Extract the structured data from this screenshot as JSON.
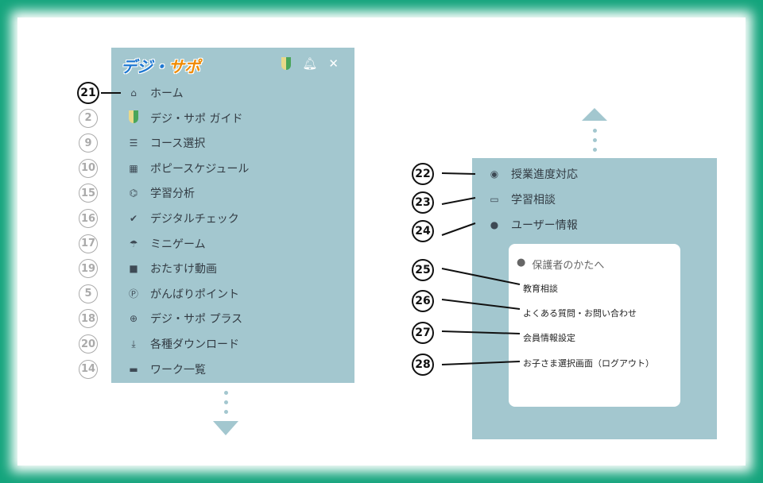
{
  "logo": {
    "text_a": "デジ・",
    "text_b": "サポ"
  },
  "header_icons": [
    "beginner-leaf-icon",
    "bell-icon",
    "close-icon"
  ],
  "left_menu": [
    {
      "num": "21",
      "label": "ホーム",
      "icon": "⌂",
      "name": "home-icon",
      "bold": true
    },
    {
      "num": "2",
      "label": "デジ・サポ ガイド",
      "icon": "leaf",
      "name": "beginner-leaf-icon"
    },
    {
      "num": "9",
      "label": "コース選択",
      "icon": "☰",
      "name": "list-icon"
    },
    {
      "num": "10",
      "label": "ポピースケジュール",
      "icon": "▦",
      "name": "calendar-check-icon"
    },
    {
      "num": "15",
      "label": "学習分析",
      "icon": "⌬",
      "name": "analysis-icon"
    },
    {
      "num": "16",
      "label": "デジタルチェック",
      "icon": "✔",
      "name": "check-circle-icon"
    },
    {
      "num": "17",
      "label": "ミニゲーム",
      "icon": "☂",
      "name": "game-icon"
    },
    {
      "num": "19",
      "label": "おたすけ動画",
      "icon": "■",
      "name": "video-icon"
    },
    {
      "num": "5",
      "label": "がんばりポイント",
      "icon": "Ⓟ",
      "name": "point-icon"
    },
    {
      "num": "18",
      "label": "デジ・サポ プラス",
      "icon": "⊕",
      "name": "plus-icon"
    },
    {
      "num": "20",
      "label": "各種ダウンロード",
      "icon": "⤓",
      "name": "download-icon"
    },
    {
      "num": "14",
      "label": "ワーク一覧",
      "icon": "▬",
      "name": "book-icon"
    }
  ],
  "right_menu": [
    {
      "num": "22",
      "label": "授業進度対応",
      "icon": "◉",
      "name": "progress-icon"
    },
    {
      "num": "23",
      "label": "学習相談",
      "icon": "▭",
      "name": "consult-icon"
    },
    {
      "num": "24",
      "label": "ユーザー情報",
      "icon": "●",
      "name": "user-icon"
    }
  ],
  "card": {
    "title": "保護者のかたへ",
    "items": [
      {
        "num": "25",
        "label": "教育相談"
      },
      {
        "num": "26",
        "label": "よくある質問・お問い合わせ"
      },
      {
        "num": "27",
        "label": "会員情報設定"
      },
      {
        "num": "28",
        "label": "お子さま選択画面（ログアウト）"
      }
    ]
  }
}
